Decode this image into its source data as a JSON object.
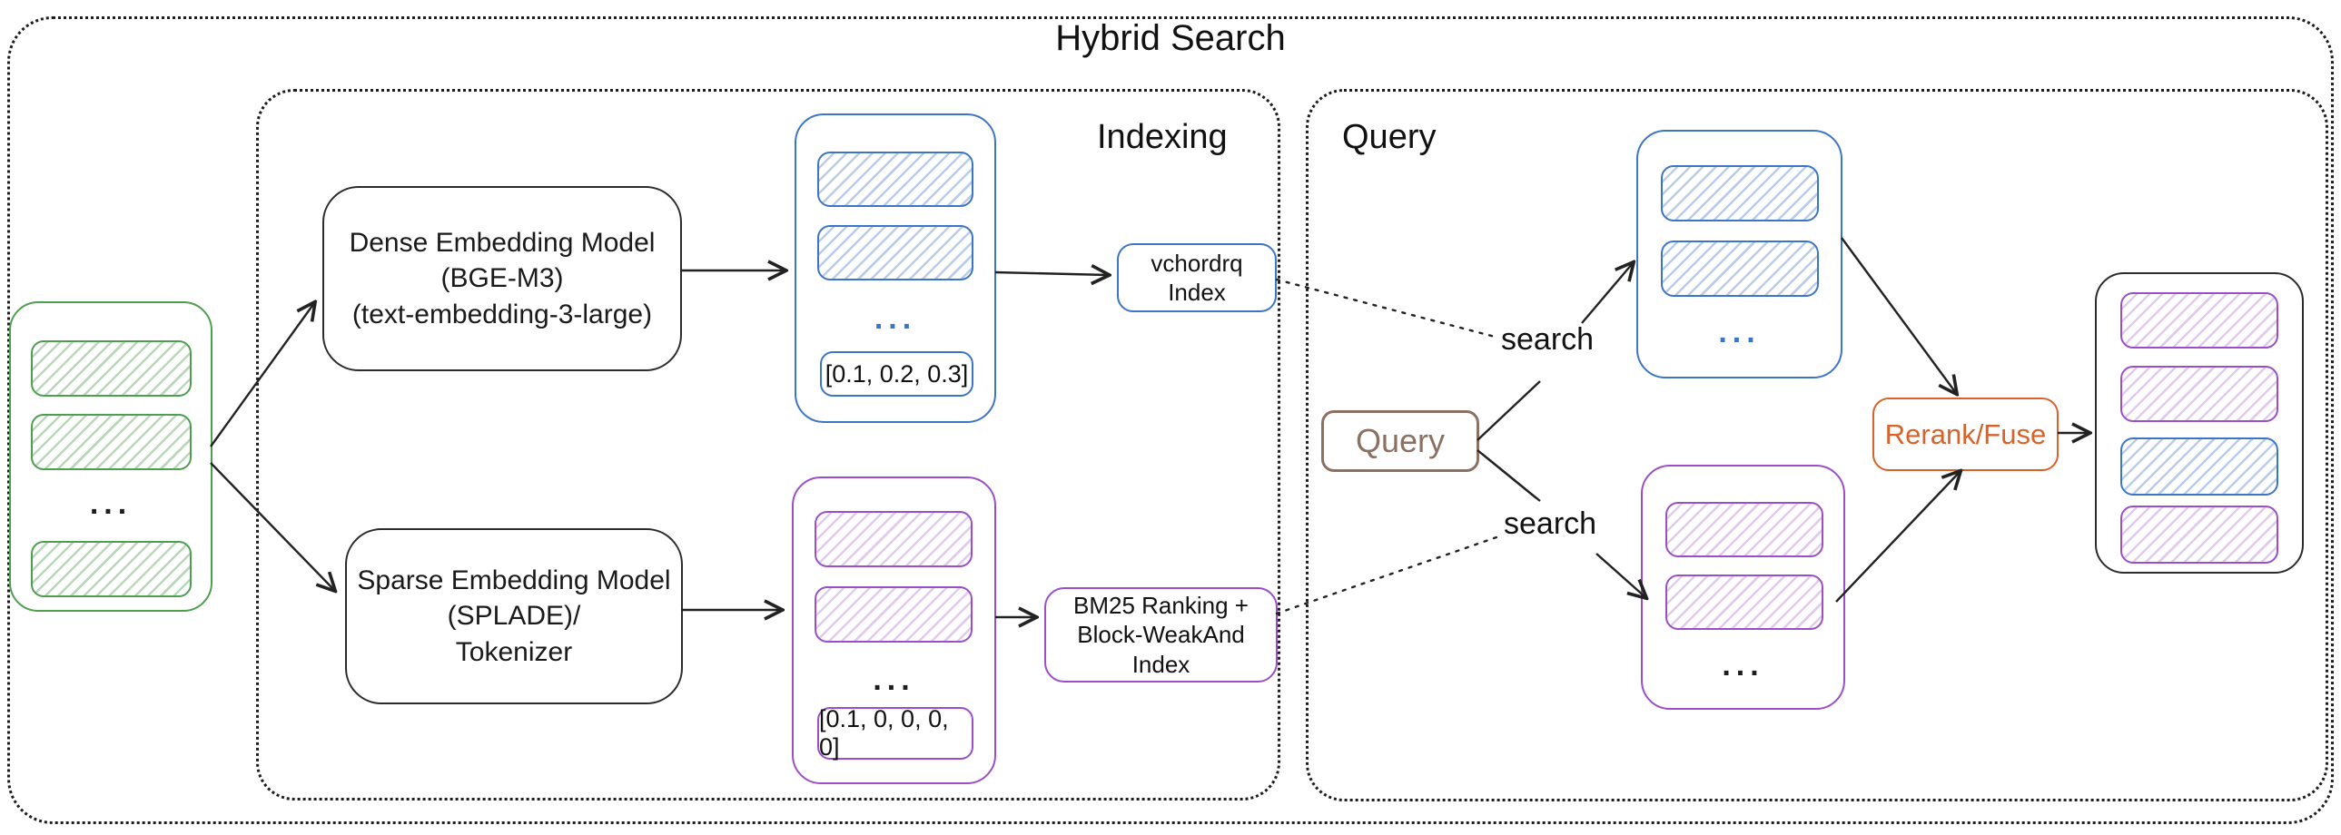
{
  "title": "Hybrid Search",
  "sections": {
    "indexing_label": "Indexing",
    "query_label": "Query"
  },
  "source_docs": {
    "ellipsis": "..."
  },
  "dense_pipeline": {
    "model": {
      "lines": [
        "Dense Embedding Model",
        "(BGE-M3)",
        "(text-embedding-3-large)"
      ]
    },
    "chunks": {
      "ellipsis": "...",
      "vector": "[0.1, 0.2, 0.3]"
    },
    "index": {
      "lines": [
        "vchordrq",
        "Index"
      ]
    }
  },
  "sparse_pipeline": {
    "model": {
      "lines": [
        "Sparse Embedding Model",
        "(SPLADE)/",
        "Tokenizer"
      ]
    },
    "chunks": {
      "ellipsis": "...",
      "vector": "[0.1, 0, 0, 0, 0]"
    },
    "index": {
      "lines": [
        "BM25 Ranking +",
        "Block-WeakAnd Index"
      ]
    }
  },
  "query_flow": {
    "query_node": "Query",
    "search_dense_label": "search",
    "search_sparse_label": "search",
    "dense_results": {
      "ellipsis": "..."
    },
    "sparse_results": {
      "ellipsis": "..."
    },
    "rerank_node": "Rerank/Fuse"
  },
  "colors": {
    "green": "#4e9e50",
    "blue": "#3d75c6",
    "purple": "#9a4fc8",
    "orange": "#d9622b",
    "brown": "#8b7162",
    "ink": "#1a1a1a"
  }
}
